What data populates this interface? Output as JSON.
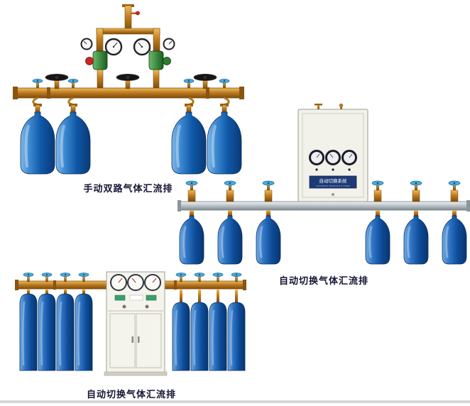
{
  "page": {
    "background_color": "#ffffff",
    "footer_line_color": "#d8d8d8"
  },
  "products": [
    {
      "id": "manual-dual-manifold",
      "caption": "手动双路气体汇流排"
    },
    {
      "id": "auto-switch-manifold-wall-cabinet",
      "caption": "自动切换气体汇流排",
      "cabinet": {
        "label": "自动切换系统",
        "sublabel": "AUTOMATIC MANIFOLD SYSTEM"
      }
    },
    {
      "id": "auto-switch-manifold-floor-cabinet",
      "caption": "自动切换气体汇流排"
    }
  ],
  "colors": {
    "brass": "#b97a1e",
    "cylinder_blue": "#0f58a7",
    "valve_wheel_blue": "#4aa9da",
    "handwheel_black": "#161616",
    "regulator_green": "#2e7d32",
    "knob_red": "#c62828",
    "cabinet_body": "#f4f3ec",
    "cabinet_plate_blue": "#1d3a75",
    "pipe_silver": "#c3cbd0",
    "caption_text": "#141433"
  }
}
